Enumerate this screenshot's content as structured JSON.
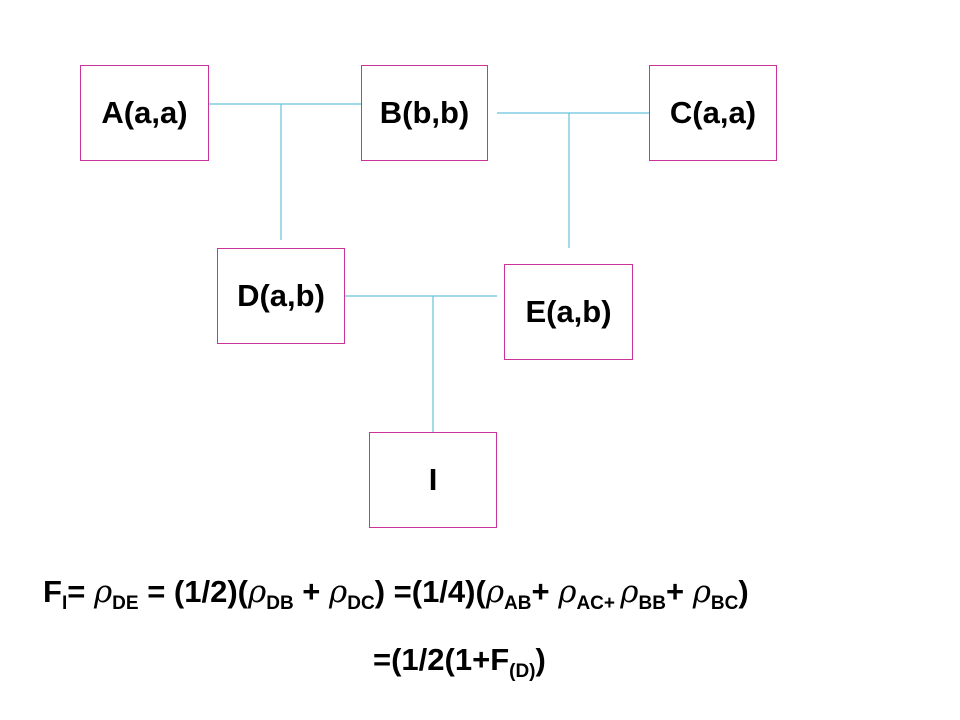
{
  "diagram": {
    "line_color": "#66c2dd",
    "box_border_color": "#cc3399",
    "nodes": {
      "a": "A(a,a)",
      "b": "B(b,b)",
      "c": "C(a,a)",
      "d": "D(a,b)",
      "e": "E(a,b)",
      "i": "I"
    }
  },
  "formula": {
    "line1": {
      "f": "F",
      "f_sub": "I",
      "t1": "= ",
      "rho": "ρ",
      "de_sub": "DE",
      "t2": " = (1/2)(",
      "db_sub": "DB",
      "t3": "  + ",
      "dc_sub": "DC",
      "t4": ") =(1/4)(",
      "ab_sub": "AB",
      "t5": "+ ",
      "ac_sub": "AC+ ",
      "bb_sub": "BB",
      "t6": "+ ",
      "bc_sub": "BC",
      "t7": ")"
    },
    "line2": {
      "t1": "=(1/2(1+F",
      "d_sub": "(D)",
      "t2": ")"
    }
  }
}
